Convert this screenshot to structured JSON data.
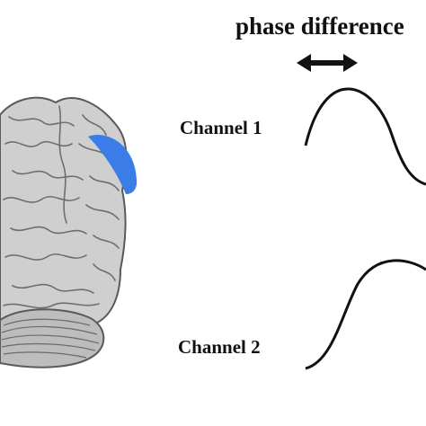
{
  "title": "phase difference",
  "channels": [
    {
      "label": "Channel 1"
    },
    {
      "label": "Channel 2"
    }
  ],
  "colors": {
    "probe": "#3b7de6",
    "wave": "#111111",
    "brain": "#cfcfcf"
  }
}
